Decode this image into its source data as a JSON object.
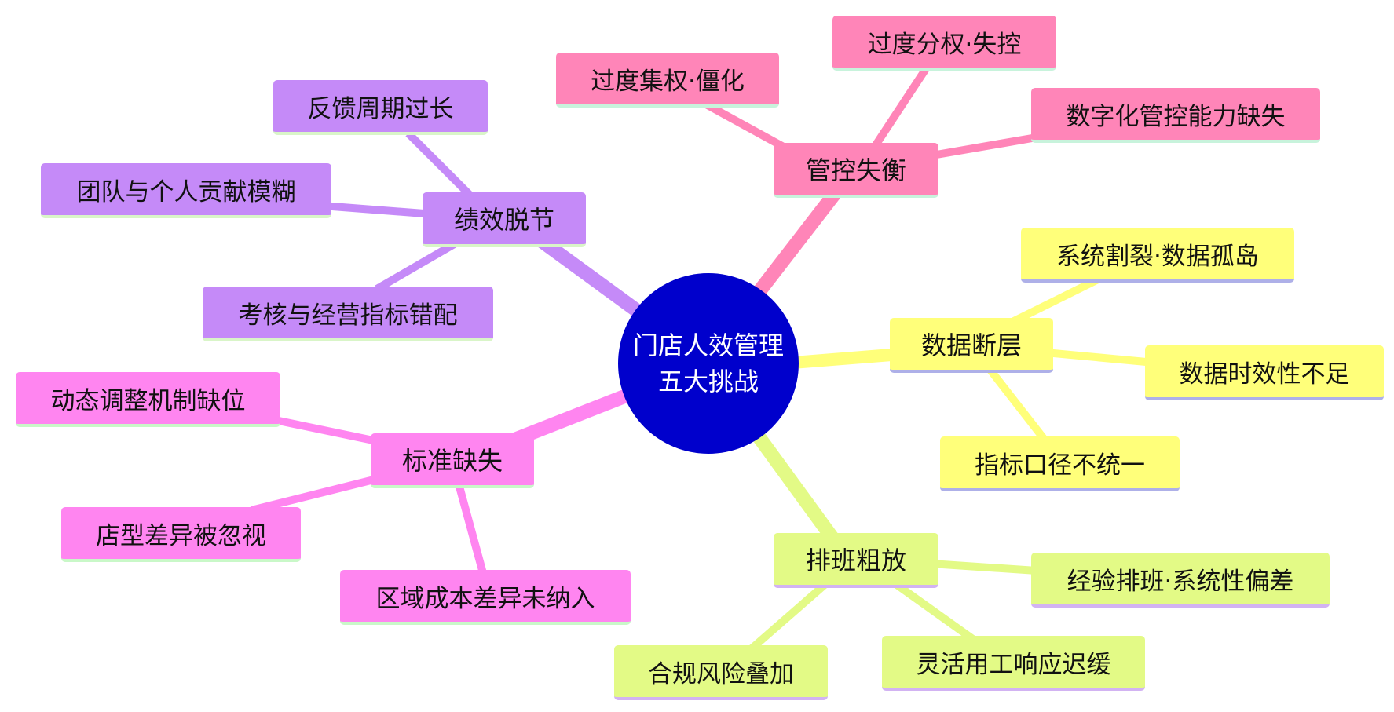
{
  "center": {
    "line1": "门店人效管理",
    "line2": "五大挑战",
    "color": "#0000cc"
  },
  "branches": {
    "control": {
      "label": "管控失衡",
      "color": "#ff85b8",
      "children": [
        "过度集权·僵化",
        "过度分权·失控",
        "数字化管控能力缺失"
      ]
    },
    "data": {
      "label": "数据断层",
      "color": "#ffff7a",
      "children": [
        "系统割裂·数据孤岛",
        "数据时效性不足",
        "指标口径不统一"
      ]
    },
    "schedule": {
      "label": "排班粗放",
      "color": "#e3fa86",
      "children": [
        "经验排班·系统性偏差",
        "灵活用工响应迟缓",
        "合规风险叠加"
      ]
    },
    "standard": {
      "label": "标准缺失",
      "color": "#ff85f0",
      "children": [
        "动态调整机制缺位",
        "店型差异被忽视",
        "区域成本差异未纳入"
      ]
    },
    "performance": {
      "label": "绩效脱节",
      "color": "#c58af8",
      "children": [
        "反馈周期过长",
        "团队与个人贡献模糊",
        "考核与经营指标错配"
      ]
    }
  }
}
